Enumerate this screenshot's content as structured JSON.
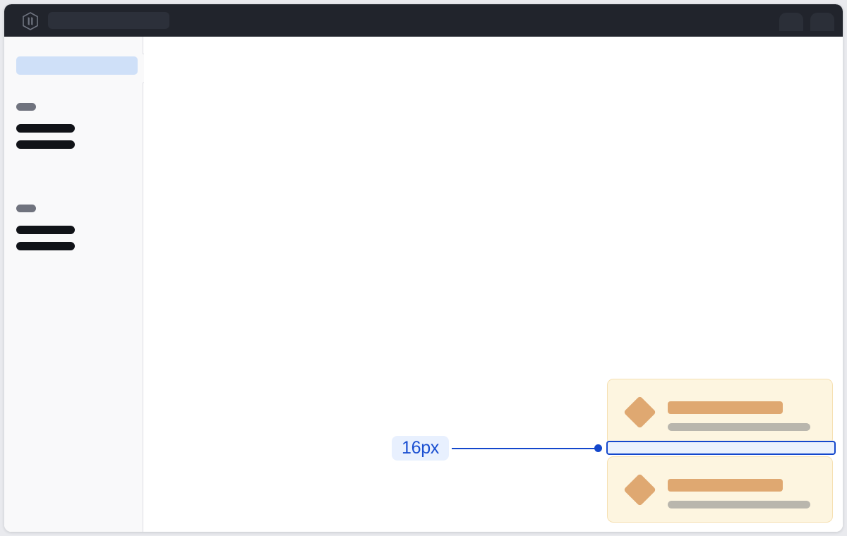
{
  "window": {
    "background_color": "#e9eaee",
    "surface_color": "#ffffff"
  },
  "header": {
    "background_color": "#21242c",
    "logo_icon": "hashicorp-hexagon-logo-icon",
    "search_placeholder": "",
    "search_value": "",
    "placeholders": [
      {
        "name": "header-placeholder-a"
      },
      {
        "name": "header-placeholder-b"
      }
    ]
  },
  "sidebar": {
    "background_color": "#f9f9fa",
    "border_color": "#dcdde2",
    "active_item": {
      "label": "",
      "highlight_color": "#cfe0f8"
    },
    "collapse_tab": {
      "name": "sidebar-collapse-tab"
    },
    "groups": [
      {
        "label": "",
        "items": [
          {
            "label": ""
          },
          {
            "label": ""
          }
        ]
      },
      {
        "label": "",
        "items": [
          {
            "label": ""
          },
          {
            "label": ""
          }
        ]
      }
    ]
  },
  "main": {
    "background_color": "#ffffff",
    "cards": [
      {
        "icon": "diamond-icon",
        "icon_color": "#dfa871",
        "title": "",
        "subtitle": "",
        "background_color": "#fdf5e0",
        "border_color": "#f6e0b2"
      },
      {
        "icon": "diamond-icon",
        "icon_color": "#dfa871",
        "title": "",
        "subtitle": "",
        "background_color": "#fdf5e0",
        "border_color": "#f6e0b2"
      }
    ]
  },
  "annotation": {
    "measurement_label": "16px",
    "accent_color": "#1347cc",
    "badge_background_color": "#e8f0fe",
    "badge_text_color": "#1a4fd1",
    "highlight_fill_color": "#eaf1fd"
  }
}
